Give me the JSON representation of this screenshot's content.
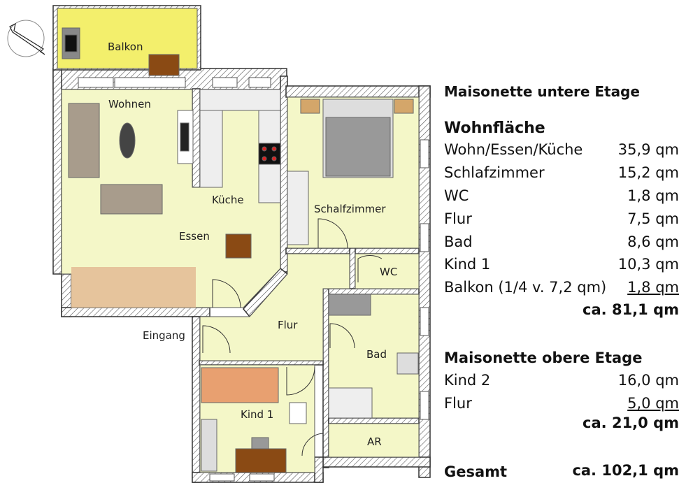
{
  "plan": {
    "rooms": {
      "balkon": "Balkon",
      "wohnen": "Wohnen",
      "kueche": "Küche",
      "essen": "Essen",
      "schlafzimmer": "Schalfzimmer",
      "wc": "WC",
      "flur": "Flur",
      "bad": "Bad",
      "eingang": "Eingang",
      "kind1": "Kind 1",
      "ar": "AR"
    },
    "colors": {
      "room": "#f4f7c8",
      "balkon": "#f3ef6c",
      "wall": "#ffffff",
      "parquet": "#e6c49c",
      "furniture": "#8a4a14"
    }
  },
  "summary": {
    "lower": {
      "heading": "Maisonette untere Etage",
      "subheading": "Wohnfläche",
      "rows": [
        {
          "label": "Wohn/Essen/Küche",
          "value": "35,9 qm"
        },
        {
          "label": "Schlafzimmer",
          "value": "15,2 qm"
        },
        {
          "label": "WC",
          "value": "1,8 qm"
        },
        {
          "label": "Flur",
          "value": "7,5 qm"
        },
        {
          "label": "Bad",
          "value": "8,6 qm"
        },
        {
          "label": "Kind 1",
          "value": "10,3 qm"
        },
        {
          "label": "Balkon (1/4 v. 7,2 qm)",
          "value": "1,8 qm"
        }
      ],
      "total": "ca. 81,1 qm"
    },
    "upper": {
      "heading": "Maisonette obere Etage",
      "rows": [
        {
          "label": "Kind 2",
          "value": "16,0 qm"
        },
        {
          "label": "Flur",
          "value": "5,0 qm"
        }
      ],
      "total": "ca. 21,0 qm"
    },
    "grand": {
      "label": "Gesamt",
      "value": "ca. 102,1 qm"
    }
  }
}
